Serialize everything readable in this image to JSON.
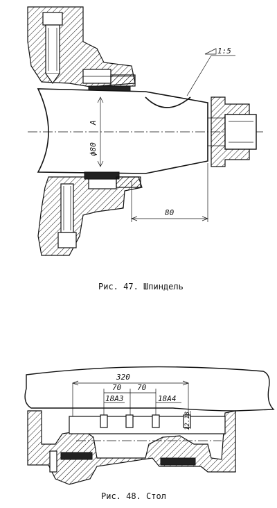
{
  "figures": [
    {
      "caption": "Рис. 47. Шпиндель",
      "dimensions": {
        "taper": "1:5",
        "diameter": "ф80",
        "section_mark": "A",
        "length": "80"
      }
    },
    {
      "caption": "Рис. 48. Стол",
      "dimensions": {
        "overall": "320",
        "pitch_left": "70",
        "pitch_right": "70",
        "slot_left": "18A3",
        "slot_right": "18A4",
        "depth": "12.18"
      }
    }
  ]
}
